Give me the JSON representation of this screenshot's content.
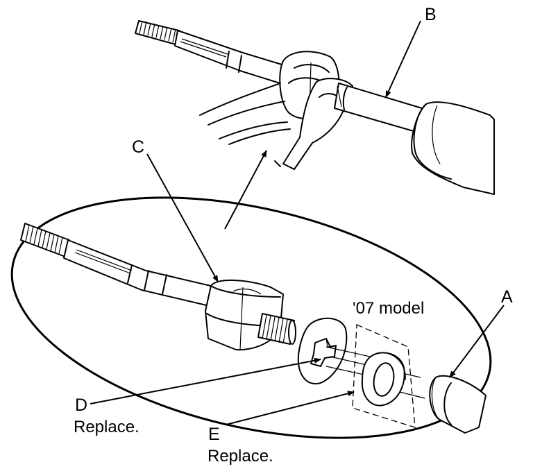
{
  "labels": {
    "a": "A",
    "b": "B",
    "c": "C",
    "d": "D",
    "d_note": "Replace.",
    "e": "E",
    "e_note": "Replace.",
    "model": "'07 model"
  }
}
